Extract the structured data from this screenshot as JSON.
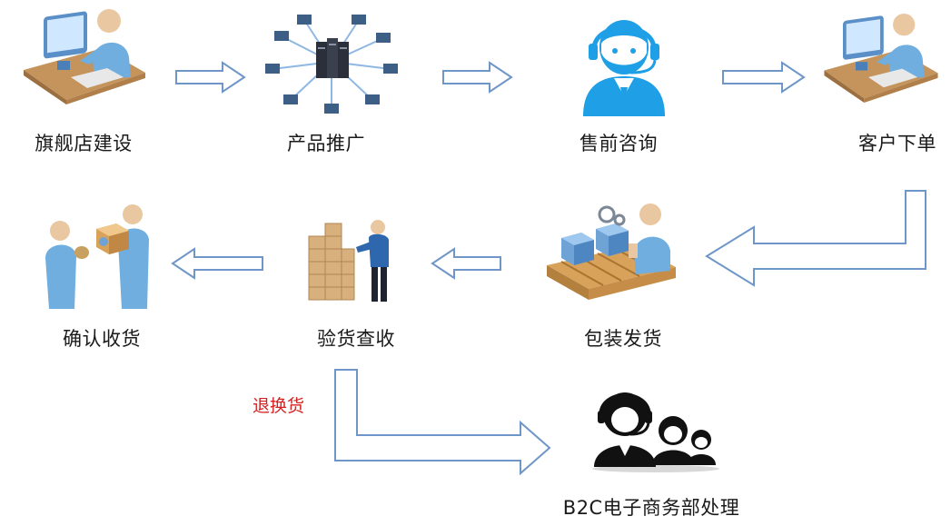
{
  "steps": [
    {
      "label": "旗舰店建设",
      "icon": "person-at-computer-icon"
    },
    {
      "label": "产品推广",
      "icon": "server-network-icon"
    },
    {
      "label": "售前咨询",
      "icon": "headset-agent-icon"
    },
    {
      "label": "客户下单",
      "icon": "person-at-computer-icon"
    },
    {
      "label": "包装发货",
      "icon": "packaging-conveyor-icon"
    },
    {
      "label": "验货查收",
      "icon": "inspect-boxes-icon"
    },
    {
      "label": "确认收货",
      "icon": "handover-package-icon"
    },
    {
      "label": "B2C电子商务部处理",
      "icon": "support-team-icon"
    }
  ],
  "return_note": "退换货",
  "colors": {
    "arrow_stroke": "#6e96c8",
    "arrow_fill": "#ffffff",
    "note_red": "#d42020",
    "person_blue": "#6faede",
    "person_dark": "#2f6fa8",
    "skin": "#e9c7a1",
    "box": "#d8b07e",
    "text": "#1a1a1a"
  }
}
